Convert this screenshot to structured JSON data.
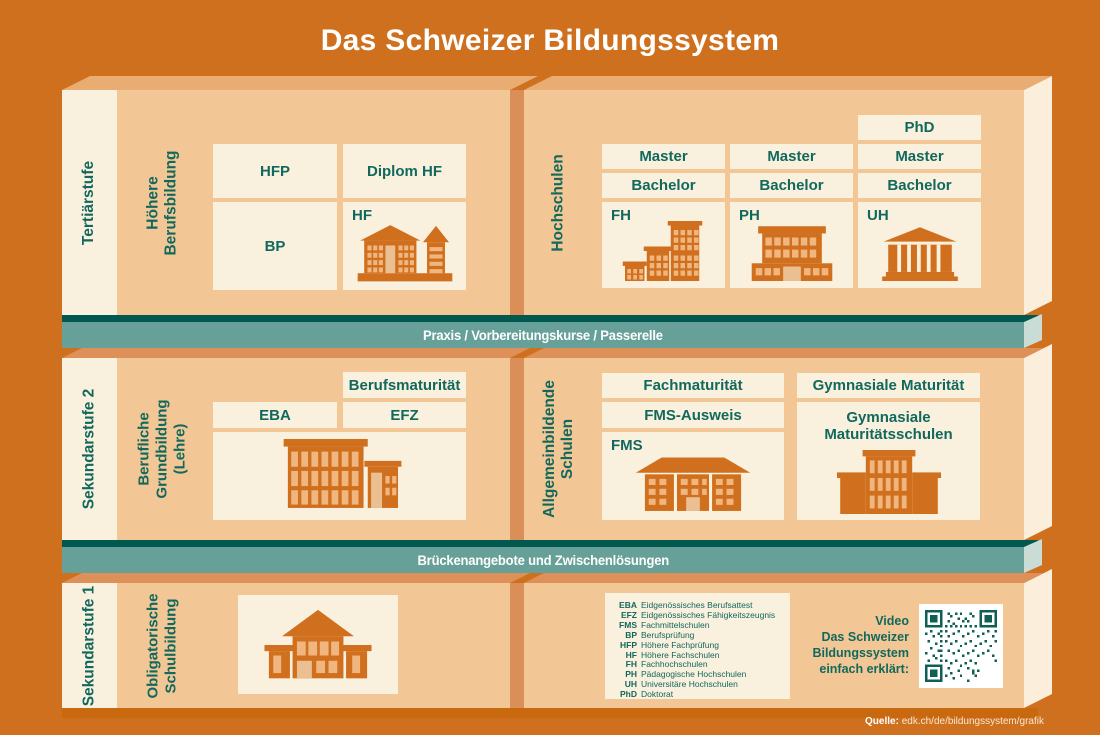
{
  "title": "Das Schweizer Bildungssystem",
  "bands": {
    "top": "Praxis / Vorbereitungskurse / Passerelle",
    "bottom": "Brückenangebote und Zwischenlösungen"
  },
  "tertiary": {
    "stage": "Tertiärstufe",
    "vocational": {
      "label": "Höhere Berufsbildung",
      "hfp": "HFP",
      "diplom_hf": "Diplom HF",
      "bp": "BP",
      "hf": "HF"
    },
    "universities": {
      "label": "Hochschulen",
      "fh": "FH",
      "ph": "PH",
      "uh": "UH",
      "phd": "PhD",
      "master": "Master",
      "bachelor": "Bachelor"
    }
  },
  "secondary2": {
    "stage": "Sekundarstufe 2",
    "vocational": {
      "label": "Berufliche Grundbildung (Lehre)",
      "berufsmaturitaet": "Berufsmaturität",
      "eba": "EBA",
      "efz": "EFZ"
    },
    "general": {
      "label": "Allgemeinbildende Schulen",
      "fachmaturitaet": "Fachmaturität",
      "fms_ausweis": "FMS-Ausweis",
      "fms": "FMS",
      "gym_maturitaet": "Gymnasiale Maturität",
      "gym_schulen": "Gymnasiale Maturitätsschulen"
    }
  },
  "secondary1": {
    "stage": "Sekundarstufe 1",
    "label": "Obligatorische Schulbildung"
  },
  "legend": {
    "entries": [
      {
        "abbr": "EBA",
        "text": "Eidgenössisches Berufsattest"
      },
      {
        "abbr": "EFZ",
        "text": "Eidgenössisches Fähigkeitszeugnis"
      },
      {
        "abbr": "FMS",
        "text": "Fachmittelschulen"
      },
      {
        "abbr": "BP",
        "text": "Berufsprüfung"
      },
      {
        "abbr": "HFP",
        "text": "Höhere Fachprüfung"
      },
      {
        "abbr": "HF",
        "text": "Höhere Fachschulen"
      },
      {
        "abbr": "FH",
        "text": "Fachhochschulen"
      },
      {
        "abbr": "PH",
        "text": "Pädagogische Hochschulen"
      },
      {
        "abbr": "UH",
        "text": "Universitäre Hochschulen"
      },
      {
        "abbr": "PhD",
        "text": "Doktorat"
      }
    ]
  },
  "video": {
    "title": "Video",
    "line1": "Das Schweizer",
    "line2": "Bildungssystem",
    "line3": "einfach erklärt:"
  },
  "source": {
    "label": "Quelle:",
    "url": "edk.ch/de/bildungssystem/grafik"
  },
  "colors": {
    "background": "#CE701E",
    "panel": "#F3C795",
    "cream": "#FAF0DE",
    "bevel_light": "#E9AD73",
    "bevel_shadow": "#DE9059",
    "side_face": "#FBEEDB",
    "teal_dark": "#00584F",
    "teal_band": "#66A098",
    "teal_band_side": "#C9DCD6",
    "teal_text": "#11685D",
    "building": "#D0701E",
    "building_window": "#EFB67F"
  }
}
